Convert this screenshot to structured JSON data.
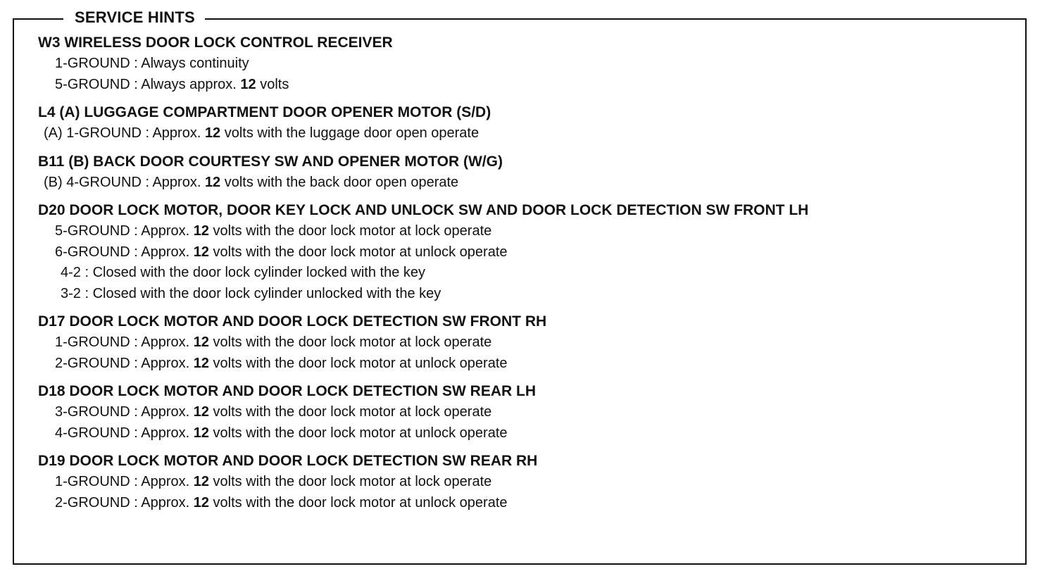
{
  "title": "SERVICE HINTS",
  "sections": [
    {
      "heading": "W3  WIRELESS DOOR LOCK CONTROL RECEIVER",
      "lines": [
        {
          "pre": "1-GROUND : Always continuity",
          "num": "",
          "post": ""
        },
        {
          "pre": "5-GROUND : Always approx. ",
          "num": "12",
          "post": " volts"
        }
      ]
    },
    {
      "heading": "L4 (A)  LUGGAGE COMPARTMENT DOOR OPENER MOTOR (S/D)",
      "lines": [
        {
          "pre": "(A)  1-GROUND : Approx. ",
          "num": "12",
          "post": " volts with the luggage door open operate"
        }
      ]
    },
    {
      "heading": "B11 (B)  BACK DOOR COURTESY SW AND OPENER MOTOR (W/G)",
      "lines": [
        {
          "pre": "(B)  4-GROUND : Approx. ",
          "num": "12",
          "post": " volts with the back door open operate"
        }
      ]
    },
    {
      "heading": "D20  DOOR LOCK MOTOR, DOOR KEY LOCK AND UNLOCK SW AND DOOR LOCK DETECTION SW FRONT LH",
      "lines": [
        {
          "pre": "5-GROUND : Approx. ",
          "num": "12",
          "post": " volts with the door lock motor at lock operate"
        },
        {
          "pre": "6-GROUND : Approx. ",
          "num": "12",
          "post": " volts with the door lock motor at unlock operate"
        },
        {
          "pre": "4-2 : Closed with the door lock cylinder locked with the key",
          "num": "",
          "post": ""
        },
        {
          "pre": "3-2 : Closed with the door lock cylinder unlocked with the key",
          "num": "",
          "post": ""
        }
      ]
    },
    {
      "heading": "D17  DOOR LOCK MOTOR AND DOOR LOCK DETECTION SW FRONT RH",
      "lines": [
        {
          "pre": "1-GROUND : Approx. ",
          "num": "12",
          "post": " volts with the door lock motor at lock operate"
        },
        {
          "pre": "2-GROUND : Approx. ",
          "num": "12",
          "post": " volts with the door lock motor at unlock operate"
        }
      ]
    },
    {
      "heading": "D18  DOOR LOCK MOTOR AND DOOR LOCK DETECTION SW REAR LH",
      "lines": [
        {
          "pre": "3-GROUND : Approx. ",
          "num": "12",
          "post": " volts with the door lock motor at lock operate"
        },
        {
          "pre": "4-GROUND : Approx. ",
          "num": "12",
          "post": " volts with the door lock motor at unlock operate"
        }
      ]
    },
    {
      "heading": "D19  DOOR LOCK MOTOR AND DOOR LOCK DETECTION SW REAR RH",
      "lines": [
        {
          "pre": "1-GROUND : Approx. ",
          "num": "12",
          "post": " volts with the door lock motor at lock operate"
        },
        {
          "pre": "2-GROUND : Approx. ",
          "num": "12",
          "post": " volts with the door lock motor at unlock operate"
        }
      ]
    }
  ]
}
